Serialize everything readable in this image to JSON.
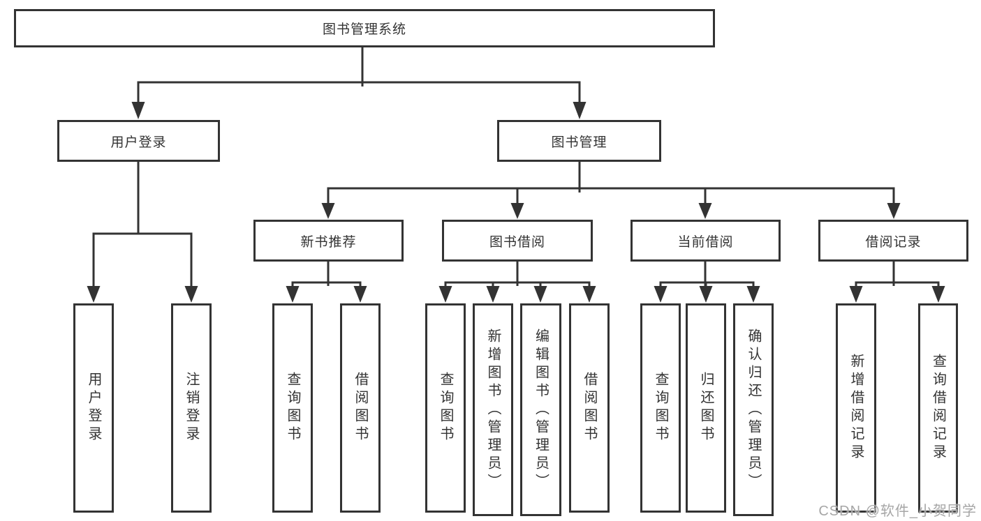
{
  "colors": {
    "line": "#333333",
    "text": "#333333",
    "box_background": "#ffffff",
    "watermark": "#a6a6a6"
  },
  "diagram_type": "hierarchy-tree",
  "nodes": {
    "root": "图书管理系统",
    "user_login_group": "用户登录",
    "book_mgmt_group": "图书管理",
    "new_book_rec": "新书推荐",
    "book_borrow": "图书借阅",
    "current_borrow": "当前借阅",
    "borrow_records": "借阅记录",
    "leaf_user_login": "用户登录",
    "leaf_logout": "注销登录",
    "leaf_nbr_query_books": "查询图书",
    "leaf_nbr_borrow_books": "借阅图书",
    "leaf_bb_query_books": "查询图书",
    "leaf_bb_add_books": "新增图书（管理员）",
    "leaf_bb_edit_books": "编辑图书（管理员）",
    "leaf_bb_borrow_books": "借阅图书",
    "leaf_cb_query_books": "查询图书",
    "leaf_cb_return_books": "归还图书",
    "leaf_cb_confirm_return": "确认归还（管理员）",
    "leaf_br_add_record": "新增借阅记录",
    "leaf_br_query_record": "查询借阅记录"
  },
  "watermark": {
    "text": "CSDN @软件_小贺同学"
  }
}
